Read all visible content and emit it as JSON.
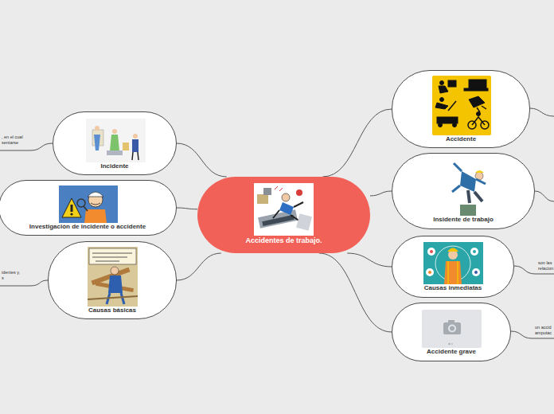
{
  "diagram": {
    "nodes": [
      {
        "text": [
          "Accidentes de trabajo."
        ]
      },
      {
        "text": [
          "Incidente"
        ]
      },
      {
        "text": [
          "Investigación de incidente o accidente"
        ]
      },
      {
        "text": [
          "Causas básicas"
        ]
      },
      {
        "text": [
          "Accidente"
        ]
      },
      {
        "text": [
          "Insidente de trabajo"
        ]
      },
      {
        "text": [
          "Causas inmediatas"
        ]
      },
      {
        "text": [
          "Accidente grave"
        ]
      }
    ],
    "edges": [
      {
        "from": 0,
        "to": 1,
        "arrow": "none"
      },
      {
        "from": 0,
        "to": 2,
        "arrow": "none"
      },
      {
        "from": 0,
        "to": 3,
        "arrow": "none"
      },
      {
        "from": 0,
        "to": 4,
        "arrow": "none"
      },
      {
        "from": 0,
        "to": 5,
        "arrow": "none"
      },
      {
        "from": 0,
        "to": 6,
        "arrow": "none"
      },
      {
        "from": 0,
        "to": 7,
        "arrow": "none"
      }
    ],
    "labels": [
      ", en el cual",
      "sentarse",
      "identes y,",
      "s",
      "son las",
      "relacion",
      "un accid",
      "amputac"
    ]
  }
}
